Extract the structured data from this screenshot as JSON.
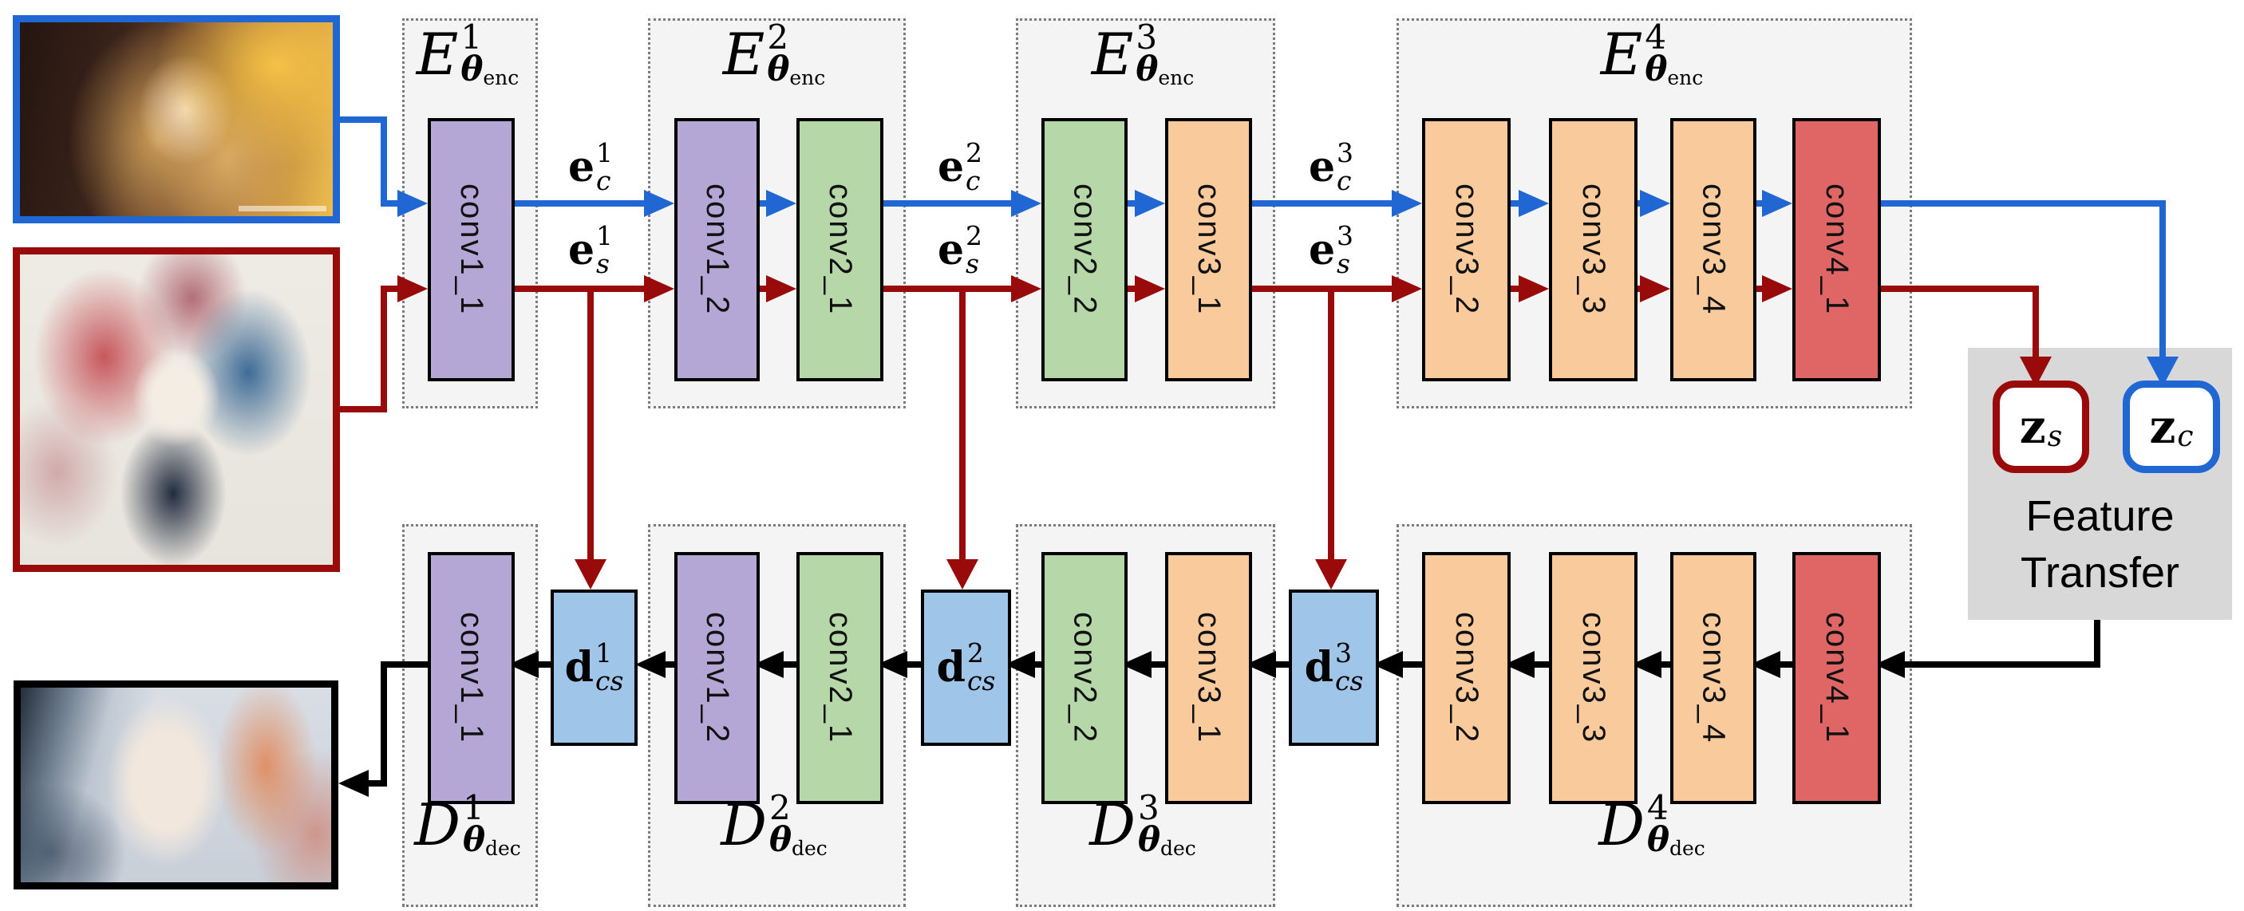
{
  "palette": {
    "content_blue": "#2067d4",
    "style_red": "#990b0b",
    "line_black": "#000000",
    "conv_purple": "#b4a7d6",
    "conv_green": "#b6d7a8",
    "conv_orange": "#f9cb9c",
    "conv_red": "#e06666",
    "transfer_lblue": "#9fc5e8",
    "box_bg": "#f4f4f4",
    "box_dot": "#7b7b7b",
    "gray_panel": "#d8d8d8"
  },
  "encoders": [
    {
      "letter": "E",
      "sup": "1",
      "theta": "θ",
      "theta_sub": "enc",
      "convs": [
        "conv1_1"
      ]
    },
    {
      "letter": "E",
      "sup": "2",
      "theta": "θ",
      "theta_sub": "enc",
      "convs": [
        "conv1_2",
        "conv2_1"
      ]
    },
    {
      "letter": "E",
      "sup": "3",
      "theta": "θ",
      "theta_sub": "enc",
      "convs": [
        "conv2_2",
        "conv3_1"
      ]
    },
    {
      "letter": "E",
      "sup": "4",
      "theta": "θ",
      "theta_sub": "enc",
      "convs": [
        "conv3_2",
        "conv3_3",
        "conv3_4",
        "conv4_1"
      ]
    }
  ],
  "decoders": [
    {
      "letter": "D",
      "sup": "1",
      "theta": "θ",
      "theta_sub": "dec",
      "convs": [
        "conv1_1"
      ]
    },
    {
      "letter": "D",
      "sup": "2",
      "theta": "θ",
      "theta_sub": "dec",
      "convs": [
        "conv1_2",
        "conv2_1"
      ]
    },
    {
      "letter": "D",
      "sup": "3",
      "theta": "θ",
      "theta_sub": "dec",
      "convs": [
        "conv2_2",
        "conv3_1"
      ]
    },
    {
      "letter": "D",
      "sup": "4",
      "theta": "θ",
      "theta_sub": "dec",
      "convs": [
        "conv3_2",
        "conv3_3",
        "conv3_4",
        "conv4_1"
      ]
    }
  ],
  "signals": {
    "content": [
      {
        "base": "e",
        "sup": "1",
        "sub": "c"
      },
      {
        "base": "e",
        "sup": "2",
        "sub": "c"
      },
      {
        "base": "e",
        "sup": "3",
        "sub": "c"
      }
    ],
    "style": [
      {
        "base": "e",
        "sup": "1",
        "sub": "s"
      },
      {
        "base": "e",
        "sup": "2",
        "sub": "s"
      },
      {
        "base": "e",
        "sup": "3",
        "sub": "s"
      }
    ],
    "decoder": [
      {
        "base": "d",
        "sup": "1",
        "sub": "cs"
      },
      {
        "base": "d",
        "sup": "2",
        "sub": "cs"
      },
      {
        "base": "d",
        "sup": "3",
        "sub": "cs"
      }
    ]
  },
  "feature_transfer": {
    "line1": "Feature",
    "line2": "Transfer",
    "z_style": {
      "base": "z",
      "sub": "s"
    },
    "z_content": {
      "base": "z",
      "sub": "c"
    }
  }
}
